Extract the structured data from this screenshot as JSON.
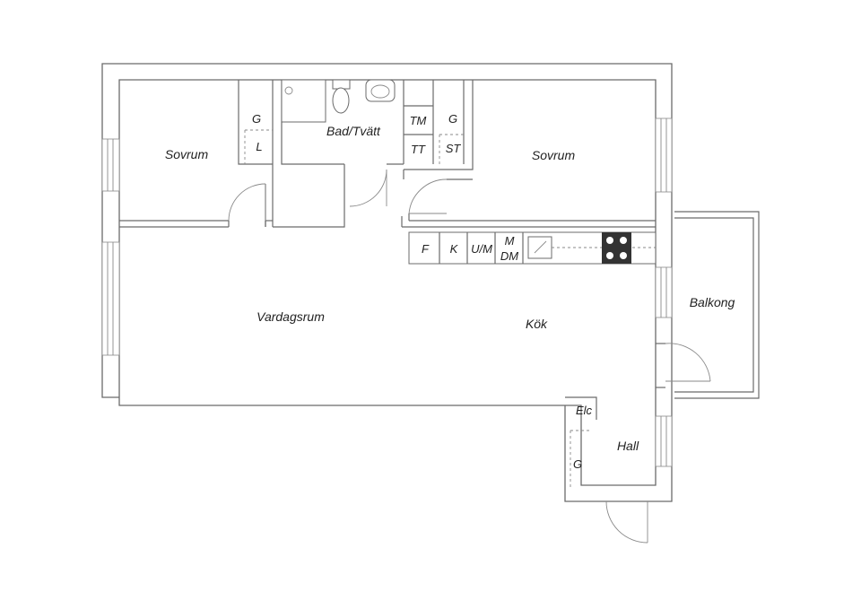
{
  "rooms": {
    "bedroom_left": "Sovrum",
    "bathroom": "Bad/Tvätt",
    "bedroom_right": "Sovrum",
    "living": "Vardagsrum",
    "kitchen": "Kök",
    "balcony": "Balkong",
    "hall": "Hall"
  },
  "fixtures": {
    "wardrobe_g1": "G",
    "linen_l": "L",
    "washer_tm": "TM",
    "dryer_tt": "TT",
    "wardrobe_g2": "G",
    "storage_st": "ST",
    "freezer_f": "F",
    "fridge_k": "K",
    "oven_um": "U/M",
    "micro_m": "M",
    "dishwasher_dm": "DM",
    "electric_elc": "Elc",
    "wardrobe_g3": "G"
  },
  "colors": {
    "wall": "#6b6b6b",
    "text": "#222222",
    "hob": "#333333"
  }
}
